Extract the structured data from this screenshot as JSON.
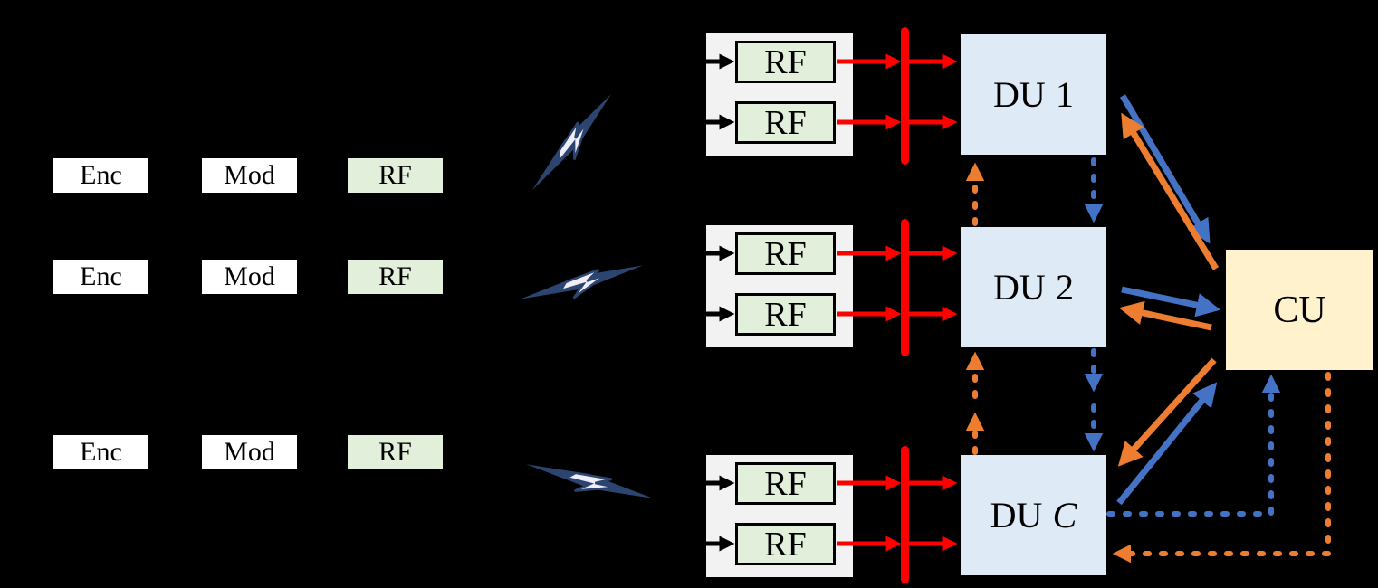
{
  "tx_chains": [
    {
      "enc": "Enc",
      "mod": "Mod",
      "rf": "RF"
    },
    {
      "enc": "Enc",
      "mod": "Mod",
      "rf": "RF"
    },
    {
      "enc": "Enc",
      "mod": "Mod",
      "rf": "RF"
    }
  ],
  "rx_groups": [
    {
      "rf": [
        "RF",
        "RF"
      ]
    },
    {
      "rf": [
        "RF",
        "RF"
      ]
    },
    {
      "rf": [
        "RF",
        "RF"
      ]
    }
  ],
  "du_units": [
    {
      "prefix": "DU",
      "index": "1"
    },
    {
      "prefix": "DU",
      "index": "2"
    },
    {
      "prefix": "DU",
      "index": "C"
    }
  ],
  "cu": {
    "label": "CU"
  },
  "icons": [
    {
      "name": "lightning-bolt"
    },
    {
      "name": "lightning-bolt"
    },
    {
      "name": "lightning-bolt"
    }
  ],
  "colors": {
    "background": "#000000",
    "white_box": "#ffffff",
    "green_box": "#e2efda",
    "gray_panel": "#f2f2f2",
    "blue_box": "#deeaf6",
    "cream_box": "#fff2cc",
    "red": "#ff0000",
    "orange": "#ed7d31",
    "blue": "#4472c4",
    "black": "#000000",
    "bolt_outline": "#2b4570",
    "bolt_fill": "#efedf8",
    "text": "#000000"
  }
}
